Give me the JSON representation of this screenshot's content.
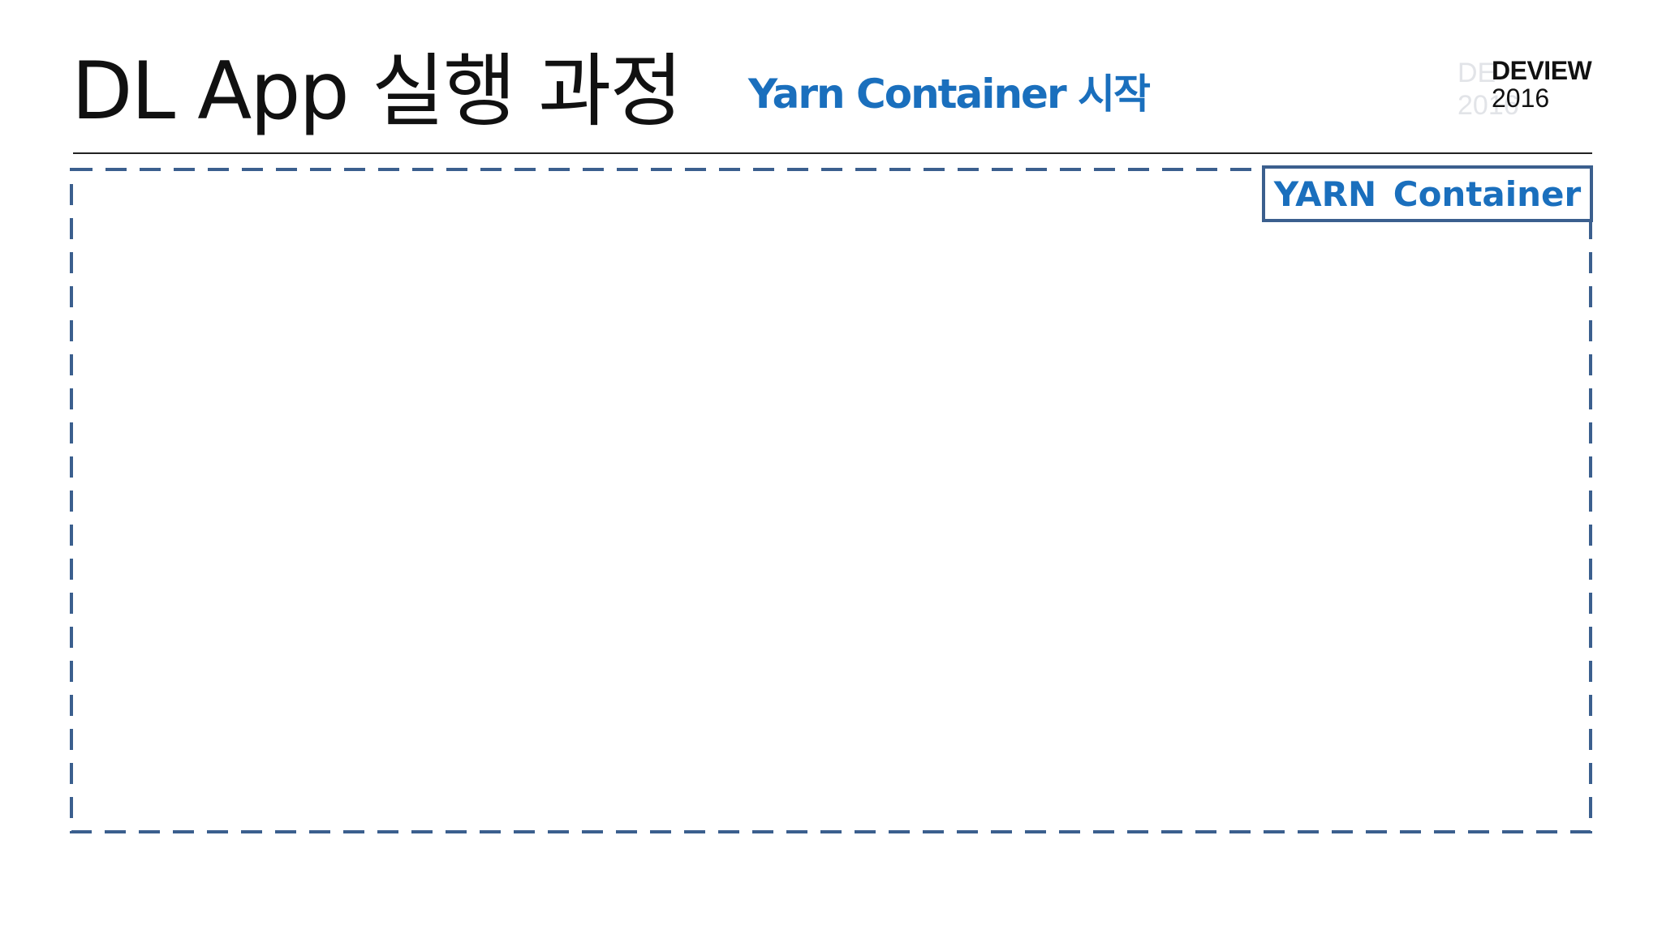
{
  "slide": {
    "title": "DL App 실행 과정",
    "subtitle": "Yarn Container 시작"
  },
  "logo": {
    "name": "DEVIEW",
    "year": "2016",
    "ghost_name": "DE",
    "ghost_year": "2016"
  },
  "diagram": {
    "container_label": "YARN  Container"
  },
  "colors": {
    "accent": "#1a6fbd",
    "border": "#3b5f8e",
    "title": "#111111"
  }
}
